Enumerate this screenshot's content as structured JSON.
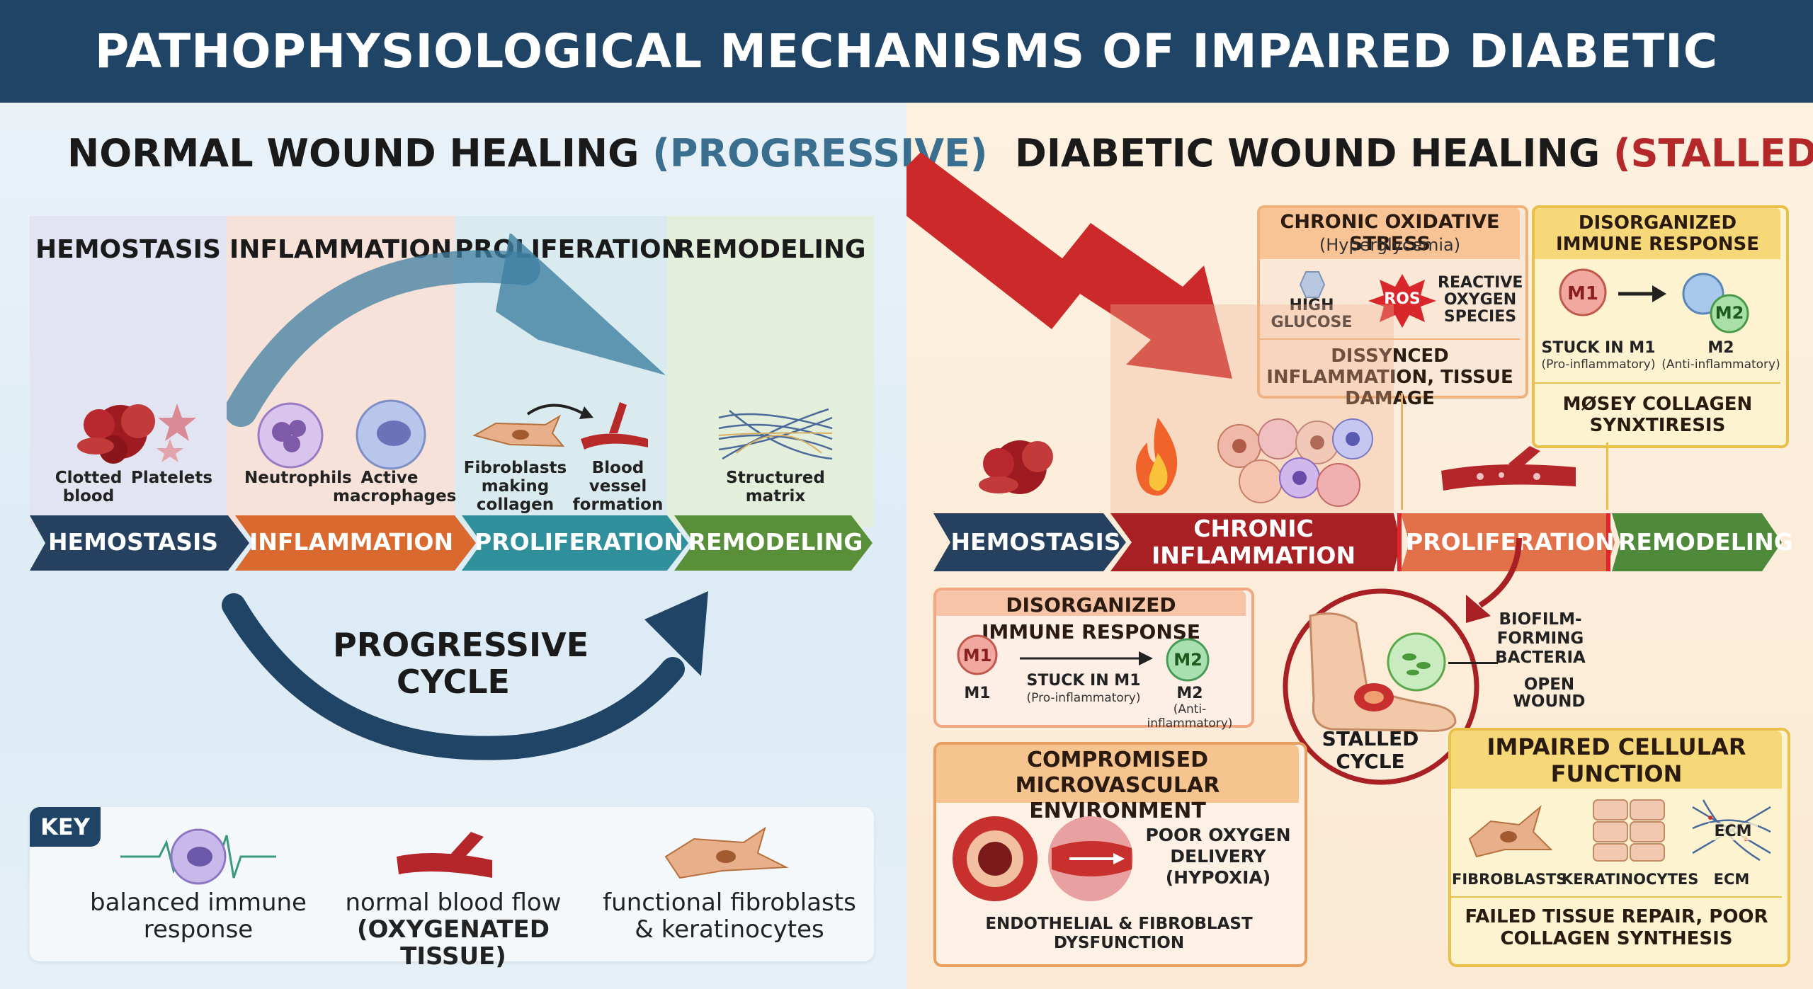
{
  "title": "PATHOPHYSIOLOGICAL MECHANISMS OF IMPAIRED DIABETIC RECOVERY",
  "left": {
    "heading_main": "NORMAL WOUND HEALING ",
    "heading_accent": "(PROGRESSIVE)",
    "stages": [
      "HEMOSTASIS",
      "INFLAMMATION",
      "PROLIFERATION",
      "REMODELING"
    ],
    "captions": {
      "clotted_blood": "Clotted blood",
      "platelets": "Platelets",
      "neutrophils": "Neutrophils",
      "macrophages": "Active macrophages",
      "fibroblasts": "Fibroblasts making collagen",
      "blood_vessel": "Blood vessel formation",
      "matrix": "Structured matrix"
    },
    "chevrons": [
      "HEMOSTASIS",
      "INFLAMMATION",
      "PROLIFERATION",
      "REMODELING"
    ],
    "cycle_label": "PROGRESSIVE CYCLE",
    "key": {
      "label": "KEY",
      "items": [
        "balanced immune response",
        "normal blood flow",
        "(OXYGENATED TISSUE)",
        "functional fibroblasts & keratinocytes"
      ]
    }
  },
  "right": {
    "heading_main": "DIABETIC WOUND HEALING ",
    "heading_accent": "(STALLED)",
    "oxidative": {
      "title": "CHRONIC OXIDATIVE STRESS",
      "subtitle": "(Hyperglycemia)",
      "glucose": "HIGH GLUCOSE",
      "ros": "ROS",
      "ros_label": "REACTIVE OXYGEN SPECIES",
      "result": "DISSYNCED INFLAMMATION, TISSUE DAMAGE"
    },
    "immune_top": {
      "title": "DISORGANIZED IMMUNE RESPONSE",
      "m1": "M1",
      "m2": "M2",
      "stuck": "STUCK IN M1",
      "pro": "(Pro-inflammatory)",
      "m2_label": "M2",
      "anti": "(Anti-inflammatory)",
      "collagen": "MØSEY COLLAGEN SYNXTIRESIS"
    },
    "chevrons": [
      "HEMOSTASIS",
      "CHRONIC INFLAMMATION",
      "PROLIFERATION",
      "REMODELING"
    ],
    "immune_low": {
      "title": "DISORGANIZED IMMUNE RESPONSE",
      "m1": "M1",
      "m1_label": "M1",
      "m2": "M2",
      "stuck": "STUCK IN M1",
      "pro": "(Pro-inflammatory)",
      "m2_label": "M2",
      "anti": "(Anti-inflammatory)"
    },
    "biofilm": "BIOFILM-FORMING BACTERIA",
    "open_wound": "OPEN WOUND",
    "stalled": "STALLED CYCLE",
    "micro": {
      "title": "COMPROMISED MICROVASCULAR ENVIRONMENT",
      "hypoxia": "POOR OXYGEN DELIVERY (HYPOXIA)",
      "dysfunction": "ENDOTHELIAL & FIBROBLAST DYSFUNCTION"
    },
    "cellular": {
      "title": "IMPAIRED CELLULAR FUNCTION",
      "fibroblasts": "FIBROBLASTS",
      "keratinocytes": "KERATINOCYTES",
      "ecm": "ECM",
      "ecm_tag": "ECM",
      "result": "FAILED TISSUE REPAIR, POOR COLLAGEN SYNTHESIS"
    }
  },
  "colors": {
    "navy": "#1f4466",
    "orange": "#d9692f",
    "teal": "#2f8f9a",
    "green": "#5a8f3a",
    "red": "#b5282a",
    "accent_blue": "#3a6f8f",
    "accent_red": "#b5282a"
  }
}
